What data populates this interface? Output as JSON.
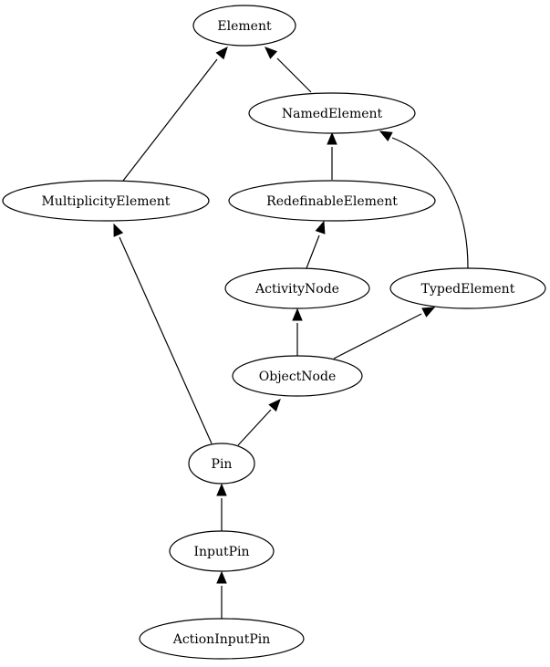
{
  "diagram": {
    "nodes": [
      {
        "id": "element",
        "label": "Element"
      },
      {
        "id": "named_element",
        "label": "NamedElement"
      },
      {
        "id": "multiplicity_element",
        "label": "MultiplicityElement"
      },
      {
        "id": "redefinable_element",
        "label": "RedefinableElement"
      },
      {
        "id": "activity_node",
        "label": "ActivityNode"
      },
      {
        "id": "typed_element",
        "label": "TypedElement"
      },
      {
        "id": "object_node",
        "label": "ObjectNode"
      },
      {
        "id": "pin",
        "label": "Pin"
      },
      {
        "id": "input_pin",
        "label": "InputPin"
      },
      {
        "id": "action_input_pin",
        "label": "ActionInputPin"
      }
    ],
    "edges": [
      {
        "from": "named_element",
        "to": "element"
      },
      {
        "from": "multiplicity_element",
        "to": "element"
      },
      {
        "from": "redefinable_element",
        "to": "named_element"
      },
      {
        "from": "typed_element",
        "to": "named_element"
      },
      {
        "from": "activity_node",
        "to": "redefinable_element"
      },
      {
        "from": "object_node",
        "to": "activity_node"
      },
      {
        "from": "object_node",
        "to": "typed_element"
      },
      {
        "from": "pin",
        "to": "multiplicity_element"
      },
      {
        "from": "pin",
        "to": "object_node"
      },
      {
        "from": "input_pin",
        "to": "pin"
      },
      {
        "from": "action_input_pin",
        "to": "input_pin"
      }
    ]
  }
}
